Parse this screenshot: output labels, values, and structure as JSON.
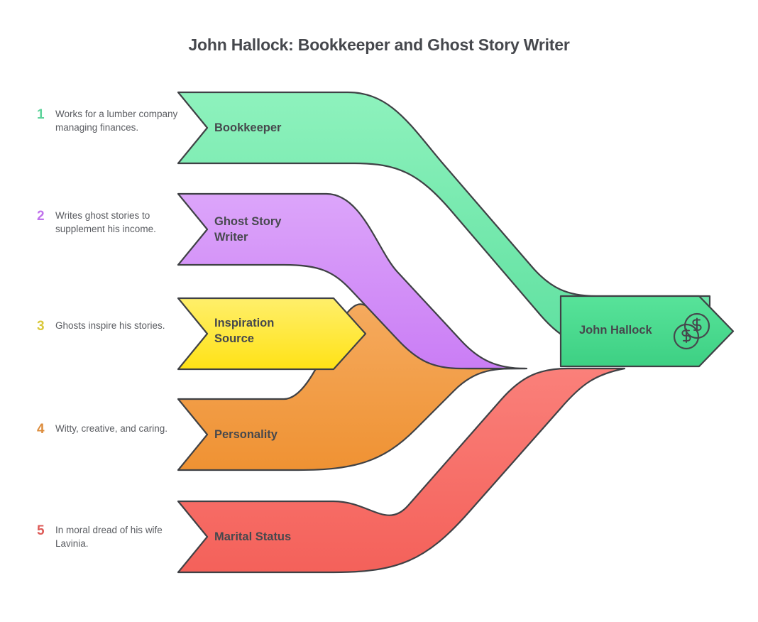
{
  "title": "John Hallock: Bookkeeper and Ghost Story Writer",
  "diagram": {
    "type": "converging-ribbon-arrow",
    "final_node": {
      "label": "John Hallock",
      "color": "#45d98c",
      "icon": "money-coins-icon"
    },
    "ribbons": [
      {
        "number": "1",
        "label": "Bookkeeper",
        "description": "Works for a lumber company managing finances.",
        "color": "#7eeeb4",
        "number_color": "#5ed39b"
      },
      {
        "number": "2",
        "label": "Ghost Story\nWriter",
        "description": "Writes ghost stories to supplement his income.",
        "color": "#d08bf7",
        "number_color": "#c073ec"
      },
      {
        "number": "3",
        "label": "Inspiration\nSource",
        "description": "Ghosts inspire his stories.",
        "color": "#ffe829",
        "number_color": "#d9c83a"
      },
      {
        "number": "4",
        "label": "Personality",
        "description": "Witty, creative, and caring.",
        "color": "#f0973c",
        "number_color": "#dc8c3c"
      },
      {
        "number": "5",
        "label": "Marital Status",
        "description": "In moral dread of his wife Lavinia.",
        "color": "#f56a63",
        "number_color": "#dd5a57"
      }
    ]
  }
}
